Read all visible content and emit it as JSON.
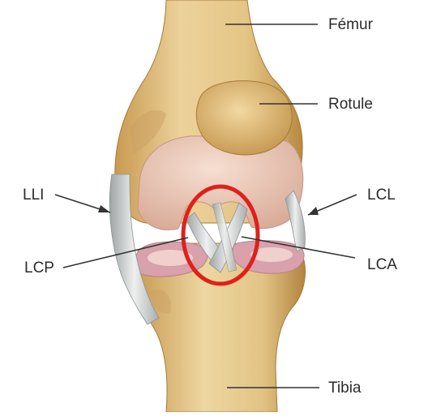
{
  "labels": {
    "femur": "Fémur",
    "rotule": "Rotule",
    "lli": "LLI",
    "lcl": "LCL",
    "lcp": "LCP",
    "lca": "LCA",
    "tibia": "Tibia"
  },
  "colors": {
    "bone": "#e3c488",
    "bone_shadow": "#b98d45",
    "cartilage": "#eecdbc",
    "meniscus": "#d9a4ae",
    "ligament": "#d7d9d8",
    "highlight_ring": "#e0201a",
    "leader_line": "#333333"
  }
}
